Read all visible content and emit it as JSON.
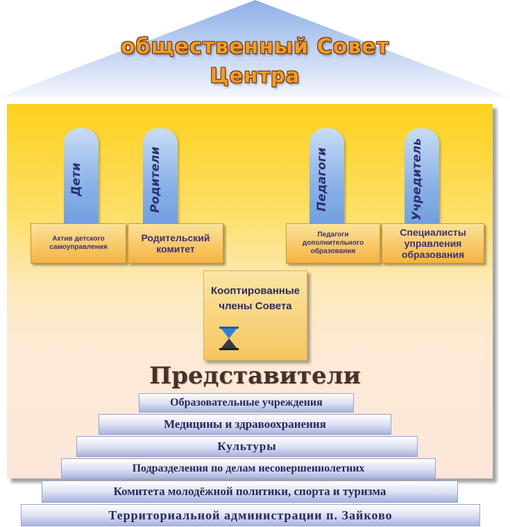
{
  "header": {
    "title_line1": "общественный Совет",
    "title_line2": "Центра"
  },
  "pillars": [
    {
      "label": "Дети"
    },
    {
      "label": "Родители"
    },
    {
      "label": "Педагоги"
    },
    {
      "label": "Учредитель"
    }
  ],
  "groups": [
    {
      "label": "Актив детского самоуправления"
    },
    {
      "label": "Родительский комитет"
    },
    {
      "label": "Педагоги дополнительного образования"
    },
    {
      "label": "Специалисты управления образования"
    }
  ],
  "coopted": {
    "label": "Кооптированные члены Совета",
    "icon": "hourglass-icon"
  },
  "representatives": {
    "title": "Представители",
    "steps": [
      {
        "label": "Образовательные учреждения"
      },
      {
        "label": "Медицины и здравоохранения"
      },
      {
        "label": "Культуры"
      },
      {
        "label": "Подразделения по делам несовершеннолетних"
      },
      {
        "label": "Комитета молодёжной политики, спорта и туризма"
      },
      {
        "label": "Территориальной администрации п. Зайково"
      }
    ]
  },
  "colors": {
    "title": "#f39b2a",
    "body_top": "#fdd11d",
    "pillar": "#8eb4e8",
    "box": "#f5b340",
    "step": "#a8b3de"
  }
}
